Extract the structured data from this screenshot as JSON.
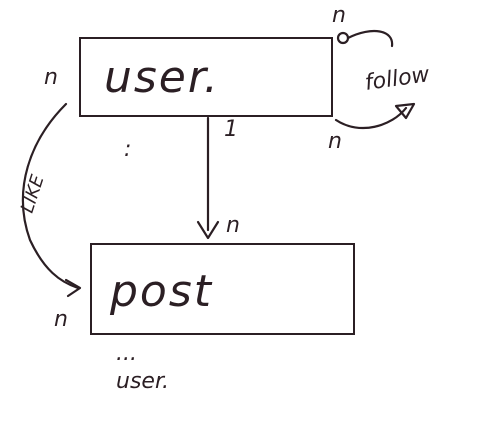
{
  "entities": {
    "user": {
      "label": "user."
    },
    "post": {
      "label": "post"
    }
  },
  "relations": {
    "follow": {
      "label": "follow",
      "card_from": "n",
      "card_to": "n"
    },
    "like": {
      "label": "LIKE",
      "card_from": "n",
      "card_to": "n"
    },
    "authorship": {
      "card_from": "1",
      "card_to": "n"
    }
  },
  "annotations": {
    "user_ellipsis": ":",
    "post_ellipsis": "...",
    "post_attr": "user."
  },
  "colors": {
    "ink": "#2b1f24",
    "background": "#ffffff"
  }
}
